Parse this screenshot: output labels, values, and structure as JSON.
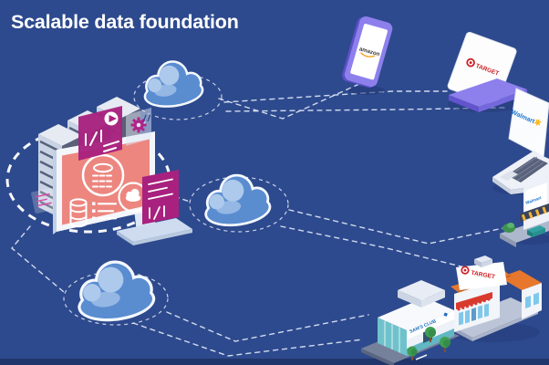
{
  "title": "Scalable data foundation",
  "colors": {
    "background": "#2e4a8e",
    "footer_band": "#20356b",
    "title_text": "#ffffff",
    "dashed_line": "#dfe7f6",
    "cloud_body": "#5a8cd0",
    "cloud_highlight": "#adc9ec",
    "cloud_outline": "#f4f8fe",
    "monitor_screen": "#ec867f",
    "code_panel_magenta": "#a8217e",
    "gear_magenta": "#b02589",
    "device_purple": "#8d80ec",
    "target_red": "#cc2127",
    "walmart_blue": "#1b75d0",
    "walmart_spark_yellow": "#f7b514",
    "amazon_smile_orange": "#f4980c",
    "amazon_text": "#3a3a3a",
    "sams_club_blue": "#1b6bbf",
    "store_roof_orange": "#e8772e",
    "awning_red": "#d93a2e",
    "storefront_awning_navy": "#39455f",
    "glass_teal": "#6fc2cc",
    "tree_green": "#3f9e52"
  },
  "hub": {
    "id": "data-center",
    "icons": [
      "server-rack-icon",
      "monitor-icon",
      "database-icon",
      "cloud-icon",
      "code-panel-icon",
      "gear-icon",
      "play-icon",
      "document-lines-icon"
    ]
  },
  "clouds": [
    {
      "id": "cloud-top"
    },
    {
      "id": "cloud-middle"
    },
    {
      "id": "cloud-bottom"
    }
  ],
  "endpoints": {
    "phone": {
      "device": "smartphone",
      "brand": "amazon"
    },
    "laptop_target": {
      "device": "laptop",
      "brand": "TARGET"
    },
    "laptop_walmart": {
      "device": "laptop",
      "brand": "Walmart"
    },
    "storefront_walmart": {
      "device": "storefront",
      "brand": "Walmart"
    },
    "store_target": {
      "device": "retail store",
      "brand": "TARGET"
    },
    "store_sams": {
      "device": "retail store",
      "brand": "SAM'S CLUB"
    }
  },
  "connections": [
    {
      "from": "data-center",
      "to": "cloud-top"
    },
    {
      "from": "cloud-top",
      "to": "amazon-phone"
    },
    {
      "from": "cloud-top",
      "to": "target-laptop"
    },
    {
      "from": "cloud-top",
      "to": "walmart-laptop"
    },
    {
      "from": "data-center",
      "to": "cloud-middle"
    },
    {
      "from": "cloud-middle",
      "to": "walmart-storefront"
    },
    {
      "from": "cloud-middle",
      "to": "target-store"
    },
    {
      "from": "data-center",
      "to": "cloud-bottom"
    },
    {
      "from": "cloud-bottom",
      "to": "sams-club-store"
    },
    {
      "from": "cloud-bottom",
      "to": "sams-club-parking-lot"
    }
  ]
}
